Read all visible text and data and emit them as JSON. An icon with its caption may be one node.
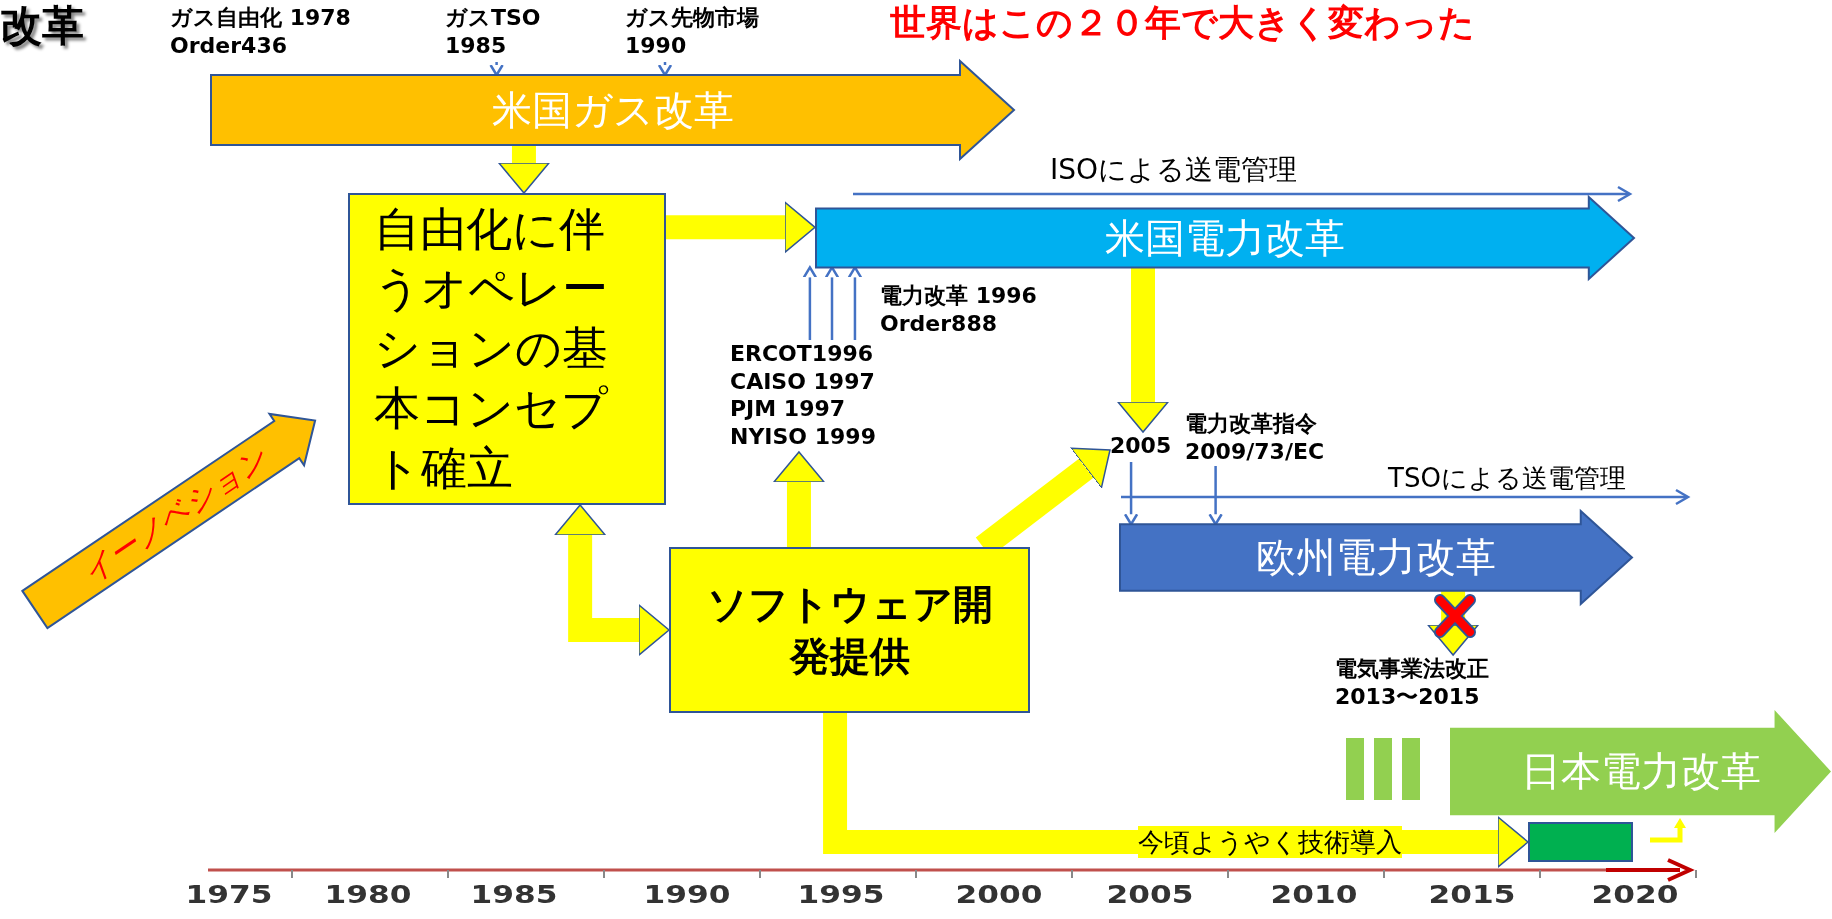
{
  "diagram": {
    "title": "世界はこの２０年で大きく変わった",
    "nodes": [
      {
        "text": [
          "ガス自由化 1978 Order436"
        ]
      },
      {
        "text": [
          "ガスTSO 1985"
        ]
      },
      {
        "text": [
          "ガス先物市場 1990"
        ]
      },
      {
        "text": [
          "米国ガス改革"
        ]
      },
      {
        "text": [
          "自由化に伴うオペレーションの基本コンセプト確立"
        ]
      },
      {
        "text": [
          "イーノベション"
        ]
      },
      {
        "text": [
          "米国電力改革"
        ]
      },
      {
        "text": [
          "電力改革 1996 Order888"
        ]
      },
      {
        "text": [
          "ERCOT1996 CAISO 1997 PJM 1997 NYISO 1999"
        ]
      },
      {
        "text": [
          "2005"
        ]
      },
      {
        "text": [
          "電力改革指令 2009/73/EC"
        ]
      },
      {
        "text": [
          "欧州電力改革"
        ]
      },
      {
        "text": [
          "ソフトウェア開発提供"
        ]
      },
      {
        "text": [
          "電気事業法改正 2013〜2015"
        ]
      },
      {
        "text": [
          "日本電力改革"
        ]
      },
      {
        "text": [],
        "shape": "box"
      }
    ],
    "edges": [
      {
        "from": 1,
        "to": 3,
        "arrow": "to",
        "color": "#4472c4"
      },
      {
        "from": 2,
        "to": 3,
        "arrow": "to",
        "color": "#4472c4"
      },
      {
        "from": 3,
        "to": 4,
        "arrow": "to"
      },
      {
        "from": 4,
        "to": 6,
        "arrow": "to"
      },
      {
        "from": 4,
        "to": 12,
        "arrow": "both"
      },
      {
        "from": 12,
        "to": 8,
        "arrow": "to"
      },
      {
        "from": 12,
        "to": 9,
        "arrow": "to"
      },
      {
        "from": 6,
        "to": 9,
        "arrow": "to"
      },
      {
        "from": 8,
        "to": 6,
        "arrow": "to",
        "color": "#4472c4"
      },
      {
        "from": 8,
        "to": 6,
        "arrow": "to",
        "color": "#4472c4"
      },
      {
        "from": 8,
        "to": 6,
        "arrow": "to",
        "color": "#4472c4"
      },
      {
        "from": 9,
        "to": 11,
        "arrow": "to",
        "color": "#4472c4"
      },
      {
        "from": 10,
        "to": 11,
        "arrow": "to",
        "color": "#4472c4"
      },
      {
        "from": 11,
        "to": 13,
        "arrow": "to"
      },
      {
        "from": 12,
        "to": 15,
        "arrow": "to",
        "label": "今頃ようやく技術導入"
      }
    ],
    "labels": [
      "改革",
      "ISOによる送電管理",
      "TSOによる送電管理",
      "1975",
      "1980",
      "1985",
      "1990",
      "1995",
      "2000",
      "2005",
      "2010",
      "2015",
      "2020"
    ]
  }
}
